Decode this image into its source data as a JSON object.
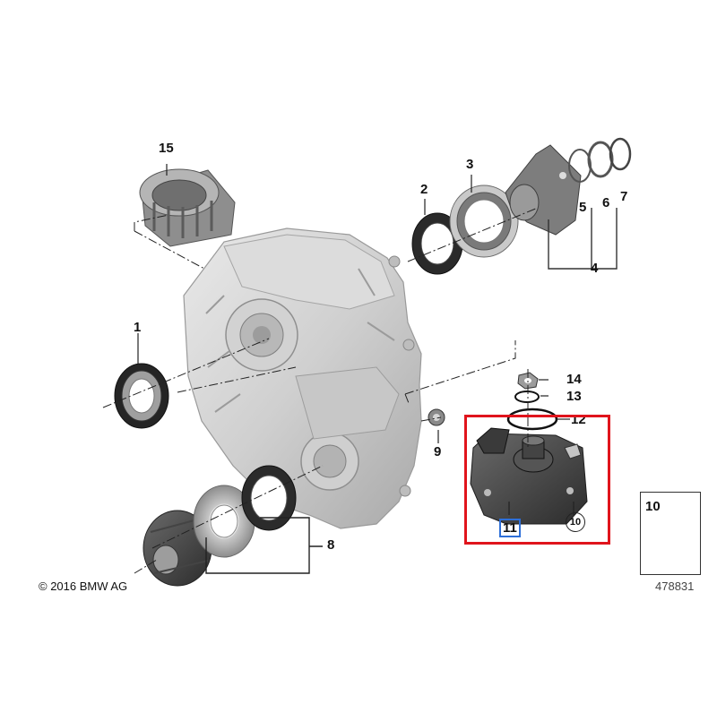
{
  "diagram": {
    "callouts": {
      "c1": "1",
      "c2": "2",
      "c3": "3",
      "c4": "4",
      "c5": "5",
      "c6": "6",
      "c7": "7",
      "c8": "8",
      "c9": "9",
      "c12": "12",
      "c13": "13",
      "c14": "14",
      "c15": "15",
      "c10_inset": "10",
      "c11_inset": "11",
      "c10_panel": "10"
    },
    "copyright": "© 2016 BMW AG",
    "diagram_number": "478831",
    "highlight_color": "#e0141c",
    "selected_part_box_color": "#2e6fd8"
  }
}
